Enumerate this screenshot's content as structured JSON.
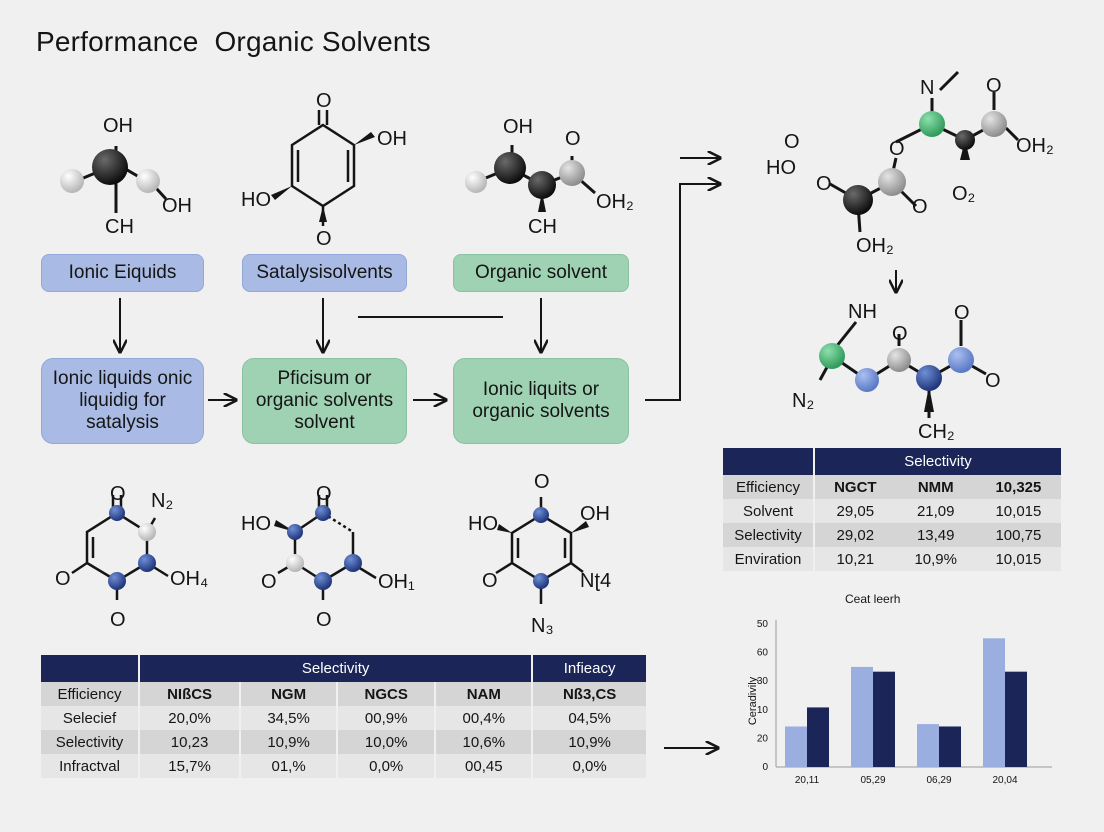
{
  "title": "Performance  Organic Solvents",
  "labels": {
    "ionic_liquids": "Ionic Eiquids",
    "satalysis": "Satalysisolvents",
    "organic_solvent": "Organic solvent"
  },
  "flow": {
    "box1": "Ionic liquids onic\nliquidig for\nsatalysis",
    "box2": "Pficisum or\norganic solvents\nsolvent",
    "box3": "Ionic liquits or\norganic solvents"
  },
  "molecules": {
    "m1": {
      "oh_top": "OH",
      "oh_right": "OH",
      "ch": "CH"
    },
    "m2": {
      "o_top": "O",
      "oh_right": "OH",
      "ho_left": "HO",
      "o_bottom": "O"
    },
    "m3": {
      "oh_top": "OH",
      "o_right": "O",
      "oh2": "OH₂",
      "ch": "CH"
    },
    "m4": {
      "n": "N",
      "ho": "HO",
      "o_left": "O",
      "o_mid": "O",
      "o_mid2": "O",
      "oh2_bottom": "OH₂",
      "oh2_right": "OH₂",
      "o_top": "O",
      "o2": "O₂"
    },
    "m5": {
      "nh": "NH",
      "n2": "N₂",
      "o_top_mid": "O",
      "o_top_right": "O",
      "o_right": "O",
      "ch2": "CH₂"
    },
    "m6": {
      "o_top": "O",
      "n2": "N₂",
      "o_left": "O",
      "oh4": "OH₄",
      "o_bottom": "O"
    },
    "m7": {
      "o_top": "O",
      "ho": "HO",
      "o_left": "O",
      "oh1": "OH₁",
      "o_bottom": "O"
    },
    "m8": {
      "o_top": "O",
      "ho": "HO",
      "oh": "OH",
      "o_left": "O",
      "n4": "Nʈ4",
      "n3": "N₃"
    }
  },
  "table_top": {
    "header": "Selectivity",
    "rows": [
      [
        "Efficiency",
        "NGCT",
        "NMM",
        "10,325"
      ],
      [
        "Solvent",
        "29,05",
        "21,09",
        "10,015"
      ],
      [
        "Selectivity",
        "29,02",
        "13,49",
        "100,75"
      ],
      [
        "Enviration",
        "10,21",
        "10,9%",
        "10,015"
      ]
    ]
  },
  "table_bottom": {
    "header_main": "Selectivity",
    "header_side": "Infieacy",
    "rows": [
      [
        "Efficiency",
        "NIßCS",
        "NGM",
        "NGCS",
        "NAM",
        "Nß3,CS"
      ],
      [
        "Selecief",
        "20,0%",
        "34,5%",
        "00,9%",
        "00,4%",
        "04,5%"
      ],
      [
        "Selectivity",
        "10,23",
        "10,9%",
        "10,0%",
        "10,6%",
        "10,9%"
      ],
      [
        "Infractval",
        "15,7%",
        "01,%",
        "0,0%",
        "00,45",
        "0,0%"
      ]
    ]
  },
  "chart_data": {
    "type": "bar",
    "title": "Ceat leerh",
    "ylabel": "Ceradivily",
    "yticks": [
      "0",
      "20",
      "10",
      "30",
      "60",
      "50"
    ],
    "categories": [
      "20,11",
      "05,29",
      "06,29",
      "20,04"
    ],
    "series": [
      {
        "color": "#9aaedf",
        "values": [
          17,
          42,
          18,
          54
        ]
      },
      {
        "color": "#1b2557",
        "values": [
          25,
          40,
          17,
          40
        ]
      }
    ],
    "ylim": [
      0,
      60
    ],
    "grid": false
  },
  "colors": {
    "navy": "#1b2557",
    "light_blue": "#9aaedf",
    "green_atom": "#4fb477",
    "blue_atom": "#2f4a92",
    "black_atom": "#1a1a1a",
    "white_atom": "#d8d8d8"
  }
}
